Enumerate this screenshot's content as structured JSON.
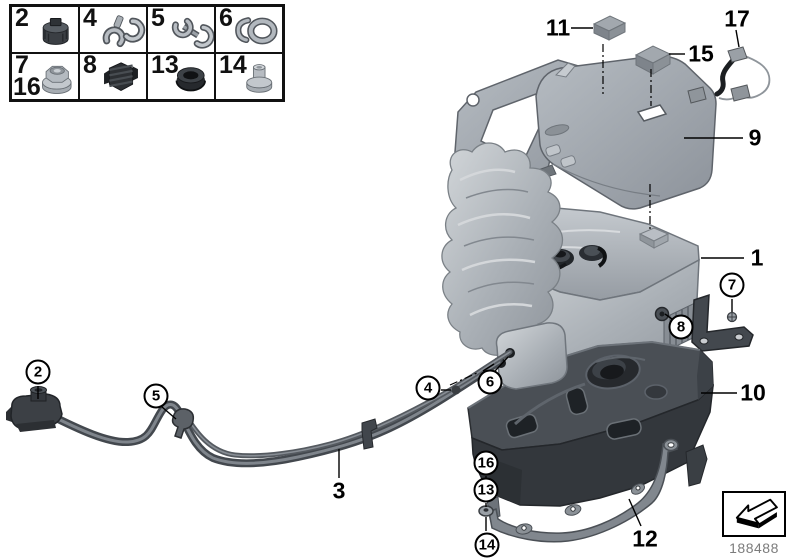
{
  "diagram": {
    "kind": "exploded-parts-diagram"
  },
  "legend": {
    "cells": [
      {
        "labels": [
          "2"
        ],
        "icon": "locking-ring-cap-icon"
      },
      {
        "labels": [
          "4"
        ],
        "icon": "pipe-clip-icon"
      },
      {
        "labels": [
          "5"
        ],
        "icon": "hose-clip-icon"
      },
      {
        "labels": [
          "6"
        ],
        "icon": "hose-clamp-icon"
      },
      {
        "labels": [
          "7",
          "16"
        ],
        "icon": "flanged-nut-icon"
      },
      {
        "labels": [
          "8"
        ],
        "icon": "expanding-clip-icon"
      },
      {
        "labels": [
          "13"
        ],
        "icon": "grommet-icon"
      },
      {
        "labels": [
          "14"
        ],
        "icon": "bushing-icon"
      }
    ]
  },
  "callouts": {
    "circled": [
      {
        "label": "2"
      },
      {
        "label": "5"
      },
      {
        "label": "4"
      },
      {
        "label": "6"
      },
      {
        "label": "16"
      },
      {
        "label": "13"
      },
      {
        "label": "14"
      },
      {
        "label": "7"
      },
      {
        "label": "8"
      }
    ],
    "plain": [
      {
        "label": "11"
      },
      {
        "label": "15"
      },
      {
        "label": "17"
      },
      {
        "label": "9"
      },
      {
        "label": "1"
      },
      {
        "label": "10"
      },
      {
        "label": "3"
      },
      {
        "label": "12"
      }
    ]
  },
  "footer": {
    "part_number": "188488"
  },
  "colors": {
    "outline": "#000000",
    "part_dark": "#33373c",
    "part_light": "#b7bcc2",
    "part_number_text": "#7c7c7c"
  }
}
